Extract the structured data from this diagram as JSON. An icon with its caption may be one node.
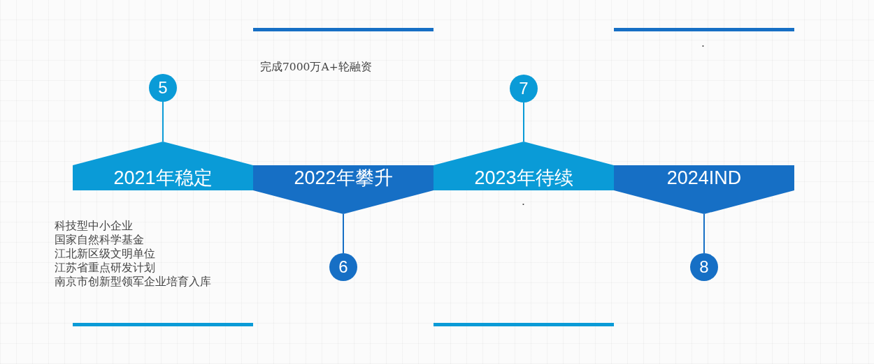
{
  "diagram": {
    "nodes": [
      {
        "text": [
          "2021年稳定"
        ]
      },
      {
        "text": [
          "2022年攀升"
        ]
      },
      {
        "text": [
          "2023年待续"
        ]
      },
      {
        "text": [
          "2024IND"
        ]
      },
      {
        "text": [
          "5"
        ]
      },
      {
        "text": [
          "6"
        ]
      },
      {
        "text": [
          "7"
        ]
      },
      {
        "text": [
          "8"
        ]
      }
    ],
    "edges": [
      {
        "from": 4,
        "to": 0,
        "arrow": "none"
      },
      {
        "from": 5,
        "to": 1,
        "arrow": "none"
      },
      {
        "from": 6,
        "to": 2,
        "arrow": "none"
      },
      {
        "from": 7,
        "to": 3,
        "arrow": "none"
      }
    ],
    "labels": [
      "完成7000万A+轮融资",
      ".",
      "科技型中小企业",
      "国家自然科学基金",
      "江北新区级文明单位",
      "江苏省重点研发计划",
      "南京市创新型领军企业培育入库",
      "."
    ]
  }
}
